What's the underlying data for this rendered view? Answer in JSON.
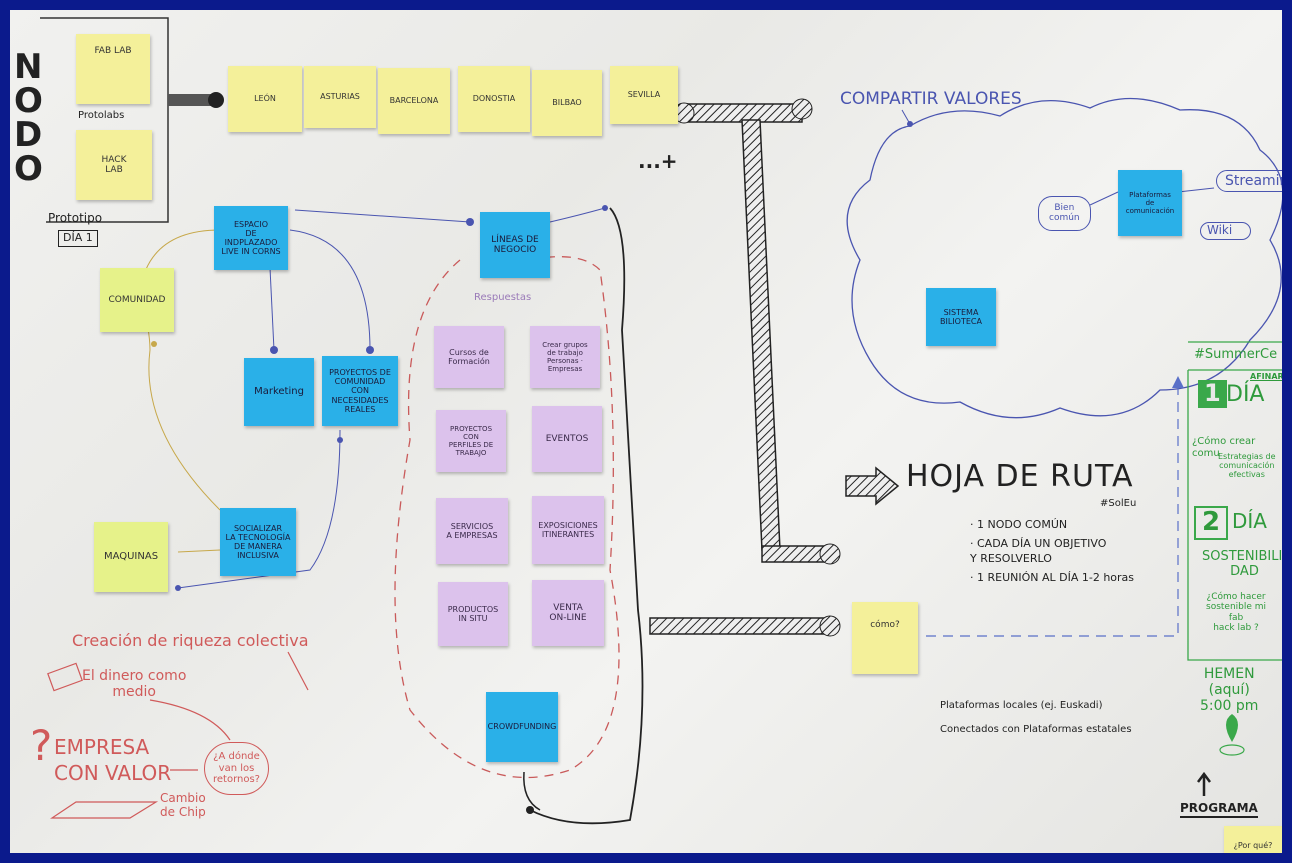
{
  "board": {
    "nodo_title": "NODO",
    "prototipo": "Prototipo",
    "dia1": "DÍA 1",
    "fablab": "FAB LAB",
    "protolabs": "Protolabs",
    "hacklab": "HACK\nLAB"
  },
  "cities": [
    "LEÓN",
    "ASTURIAS",
    "BARCELONA",
    "DONOSTIA",
    "BILBAO",
    "SEVILLA"
  ],
  "left_notes": {
    "espacio": "ESPACIO\nDE\nINDPLAZADO\nLIVE IN CORNS",
    "comunidad": "COMUNIDAD",
    "marketing": "Marketing",
    "proyectos": "PROYECTOS DE\nCOMUNIDAD CON\nNECESIDADES\nREALES",
    "socializar": "SOCIALIZAR\nLA TECNOLOGÍA\nDE MANERA\nINCLUSIVA",
    "maquinas": "MAQUINAS"
  },
  "center_notes": {
    "lineas": "LÍNEAS DE\nNEGOCIO",
    "respuestas": "Respuestas",
    "cursos": "Cursos de\nFormación",
    "crear": "Crear grupos\nde trabajo\nPersonas · Empresas",
    "proyectos_pymes": "PROYECTOS\nCON\nPERFILES DE\nTRABAJO",
    "eventos": "EVENTOS",
    "servicios": "SERVICIOS\nA EMPRESAS",
    "exposiciones": "EXPOSICIONES\nITINERANTES",
    "productos": "PRODUCTOS\nIN SITU",
    "venta": "VENTA\nON-LINE",
    "crowdfunding": "CROWDFUNDING"
  },
  "right": {
    "compartir": "COMPARTIR VALORES",
    "streaming": "Streaming",
    "bien_comun": "Bien\ncomún",
    "plataformas_note": "Plataformas\nde\ncomunicación",
    "wiki": "Wiki",
    "sistema": "SISTEMA\nBILIOTECA",
    "hoja_title": "HOJA DE RUTA",
    "hashtag": "#SolEu",
    "bullets": [
      "· 1 NODO COMÚN",
      "· CADA DÍA UN OBJETIVO\n  Y RESOLVERLO",
      "· 1 REUNIÓN AL DÍA 1-2 horas"
    ],
    "como": "cómo?",
    "plataformas_locales": "Plataformas locales (ej. Euskadi)",
    "conectados": "Conectados con Plataformas estatales"
  },
  "summer": {
    "header": "#SummerCe",
    "dia1": "DÍA",
    "dia1_num": "1",
    "afinar": "AFINAR",
    "como_crear": "¿Cómo crear comu",
    "estrategias": "Estrategias de\ncomunicación\nefectivas",
    "dia2": "DÍA",
    "dia2_num": "2",
    "sostenibilidad": "SOSTENIBILI-\nDAD",
    "como_hacer": "¿Cómo hacer\nsostenible mi\nfab\nhack lab ?",
    "hemen": "HEMEN\n(aquí)\n5:00 pm",
    "programa": "PROGRAMA",
    "porque": "¿Por qué?"
  },
  "bottom_left": {
    "riqueza": "Creación de riqueza colectiva",
    "dinero": "El dinero como\nmedio",
    "empresa": "EMPRESA\nCON VALOR",
    "donde": "¿A dónde\nvan los\nretornos?",
    "cambio": "Cambio\nde Chip"
  },
  "marks": {
    "more": "...+"
  }
}
